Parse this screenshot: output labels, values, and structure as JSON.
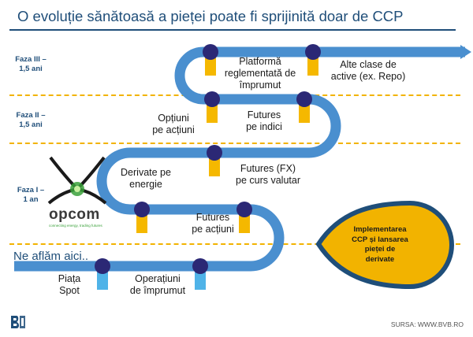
{
  "title": "O evoluție sănătoasă a pieței poate fi sprijinită doar de CCP",
  "phases": [
    {
      "line1": "Faza III –",
      "line2": "1,5 ani"
    },
    {
      "line1": "Faza II –",
      "line2": "1,5 ani"
    },
    {
      "line1": "Faza I –",
      "line2": "1 an"
    }
  ],
  "steps": [
    {
      "line1": "Piața",
      "line2": "Spot",
      "line3": ""
    },
    {
      "line1": "Operațiuni",
      "line2": "de împrumut",
      "line3": ""
    },
    {
      "line1": "Futures",
      "line2": "pe acțiuni",
      "line3": ""
    },
    {
      "line1": "Derivate pe",
      "line2": "energie",
      "line3": ""
    },
    {
      "line1": "Futures (FX)",
      "line2": "pe curs valutar",
      "line3": ""
    },
    {
      "line1": "Futures",
      "line2": "pe indici",
      "line3": ""
    },
    {
      "line1": "Opțiuni",
      "line2": "pe acțiuni",
      "line3": ""
    },
    {
      "line1": "Platformă",
      "line2": "reglementată de",
      "line3": "împrumut"
    },
    {
      "line1": "Alte clase de",
      "line2": "active (ex. Repo)",
      "line3": ""
    }
  ],
  "you_are_here": "Ne aflăm aici..",
  "goal": {
    "line1": "Implementarea",
    "line2": "CCP și lansarea",
    "line3": "pieței de",
    "line4": "derivate"
  },
  "logo": {
    "name": "opcom",
    "tagline": "connecting energy, trading futures"
  },
  "source": "SURSA: WWW.BVB.RO",
  "colors": {
    "road": "#4a8fcf",
    "title": "#1f4e79",
    "marker_head": "#2b2875",
    "marker_done": "#4fb3e8",
    "marker_future": "#f5b800",
    "goal": "#f2b300",
    "goal_border": "#1f4e79",
    "logo_green": "#3aa13a"
  }
}
